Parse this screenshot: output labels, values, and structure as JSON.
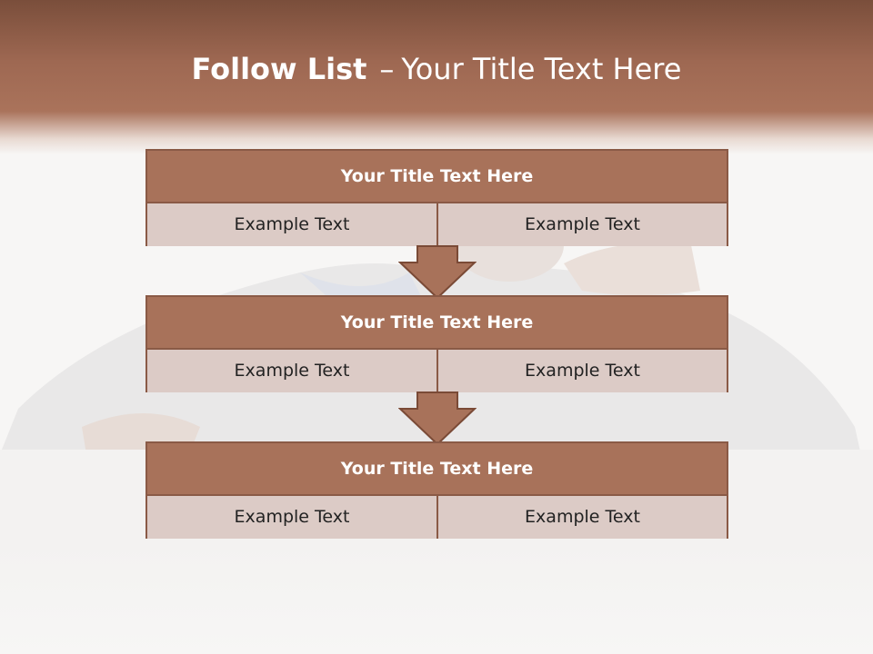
{
  "slide": {
    "title_bold": "Follow List",
    "title_separator": "–",
    "title_rest": "Your Title Text Here"
  },
  "colors": {
    "header": "#a8725a",
    "box_title_bg": "#a8725a",
    "cell_bg": "#dccbc6",
    "border": "#8a5a46",
    "arrow": "#a8725a"
  },
  "steps": [
    {
      "title": "Your Title Text Here",
      "items": [
        "Example Text",
        "Example Text"
      ]
    },
    {
      "title": "Your Title Text Here",
      "items": [
        "Example Text",
        "Example Text"
      ]
    },
    {
      "title": "Your Title Text Here",
      "items": [
        "Example Text",
        "Example Text"
      ]
    }
  ]
}
